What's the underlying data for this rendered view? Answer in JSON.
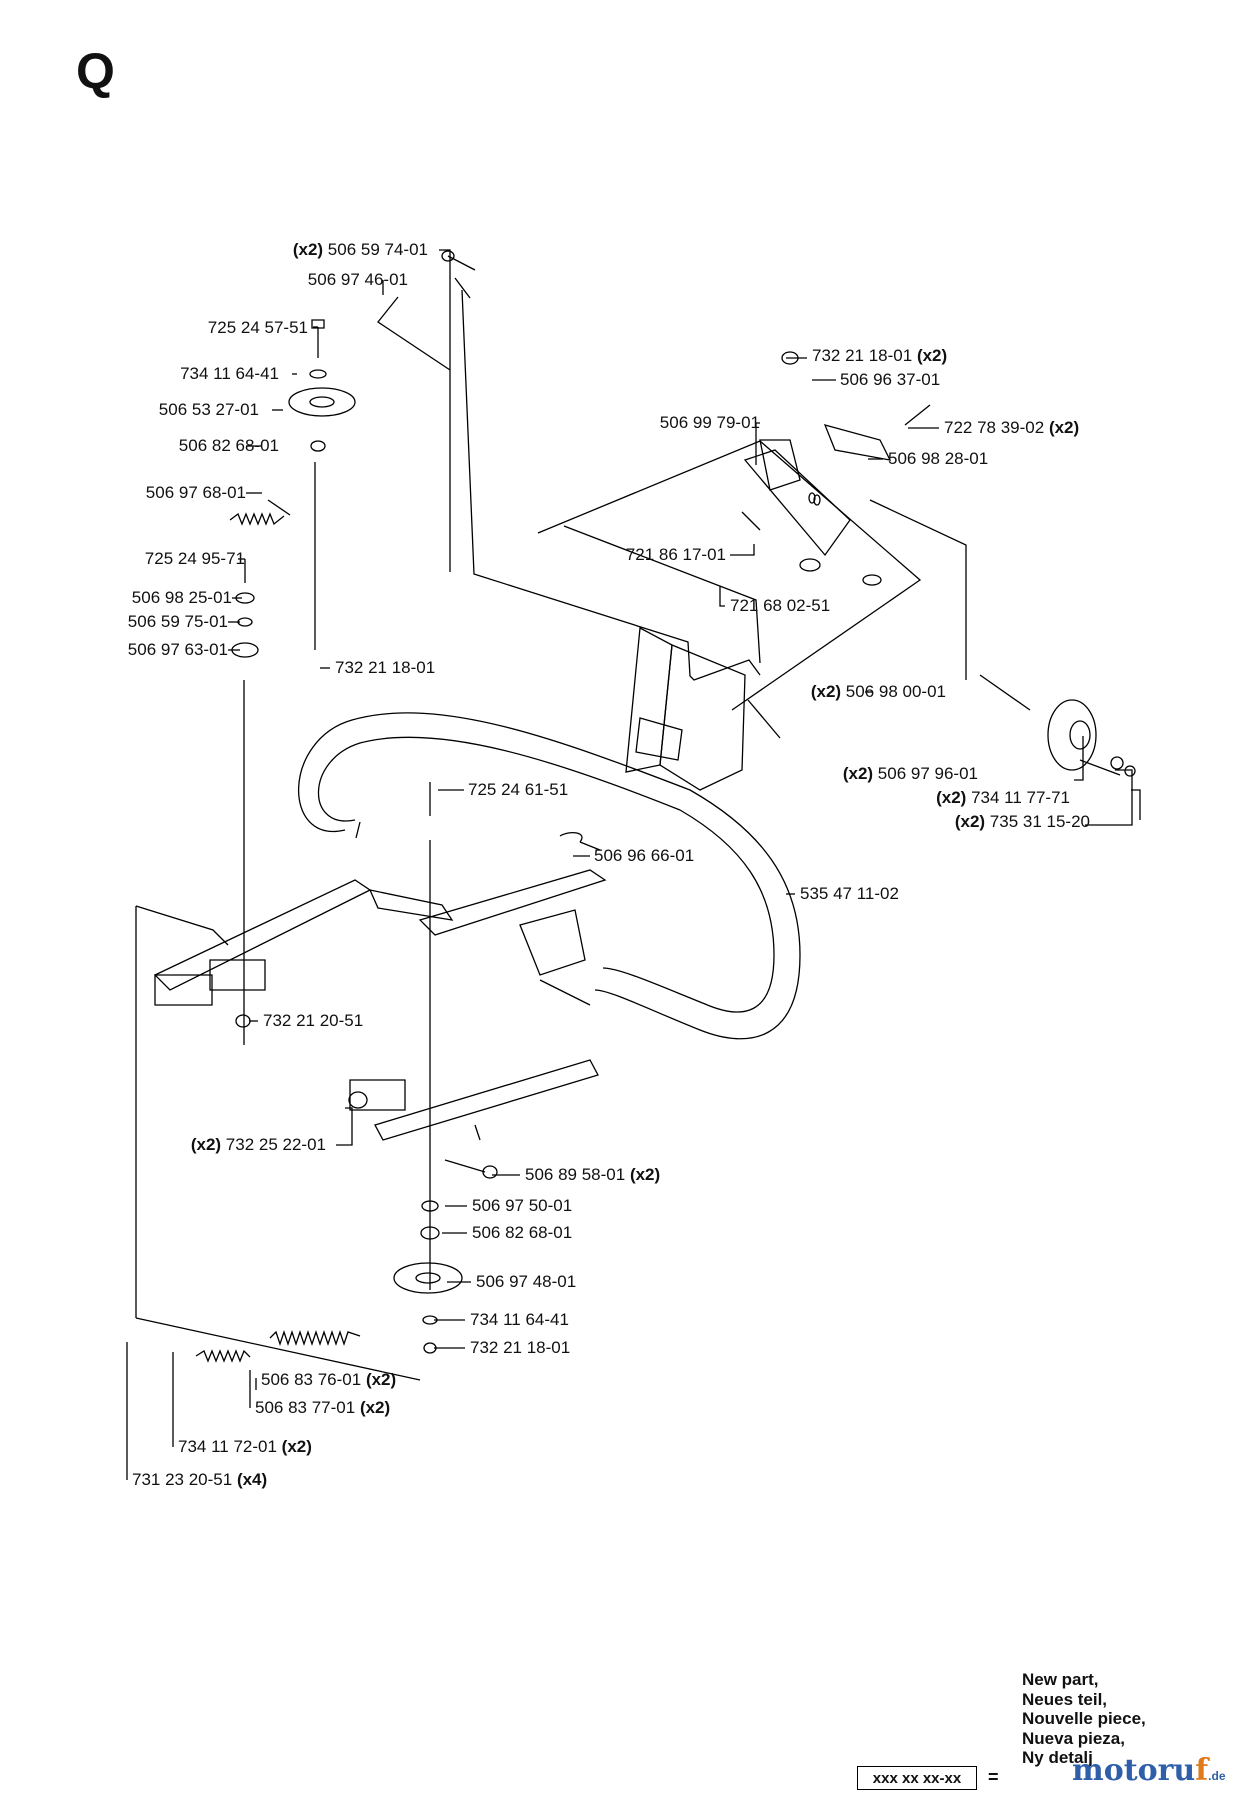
{
  "section": "Q",
  "labels": {
    "l01": {
      "qty": "(x2)",
      "part": "506 59 74-01"
    },
    "l02": {
      "part": "506 97 46-01"
    },
    "l03": {
      "part": "725 24 57-51"
    },
    "l04": {
      "part": "734 11 64-41"
    },
    "l05": {
      "part": "506 53 27-01"
    },
    "l06": {
      "part": "506 82 68-01"
    },
    "l07": {
      "part": "506 97 68-01"
    },
    "l08": {
      "part": "725 24 95-71"
    },
    "l09": {
      "part": "506 98 25-01"
    },
    "l10": {
      "part": "506 59 75-01"
    },
    "l11": {
      "part": "506 97 63-01"
    },
    "l12": {
      "part": "732 21 18-01"
    },
    "l13": {
      "part": "732 21 18-01",
      "qty": "(x2)"
    },
    "l14": {
      "part": "506 96 37-01"
    },
    "l15": {
      "part": "506 99 79-01"
    },
    "l16": {
      "part": "722 78 39-02",
      "qty": "(x2)"
    },
    "l17": {
      "part": "506 98 28-01"
    },
    "l18": {
      "part": "721 86 17-01"
    },
    "l19": {
      "part": "721 68 02-51"
    },
    "l20": {
      "qty": "(x2)",
      "part": "506 98 00-01"
    },
    "l21": {
      "qty": "(x2)",
      "part": "506 97 96-01"
    },
    "l22": {
      "qty": "(x2)",
      "part": "734 11 77-71"
    },
    "l23": {
      "qty": "(x2)",
      "part": "735 31 15-20"
    },
    "l24": {
      "part": "725 24 61-51"
    },
    "l25": {
      "part": "506 96 66-01"
    },
    "l26": {
      "part": "535 47 11-02"
    },
    "l27": {
      "part": "732 21 20-51"
    },
    "l28": {
      "qty": "(x2)",
      "part": "732 25 22-01"
    },
    "l29": {
      "part": "506 89 58-01",
      "qty": "(x2)"
    },
    "l30": {
      "part": "506 97 50-01"
    },
    "l31": {
      "part": "506 82 68-01"
    },
    "l32": {
      "part": "506 97 48-01"
    },
    "l33": {
      "part": "734 11 64-41"
    },
    "l34": {
      "part": "732 21 18-01"
    },
    "l35": {
      "part": "506 83 76-01",
      "qty": "(x2)"
    },
    "l36": {
      "part": "506 83 77-01",
      "qty": "(x2)"
    },
    "l37": {
      "part": "734 11 72-01",
      "qty": "(x2)"
    },
    "l38": {
      "part": "731 23 20-51",
      "qty": "(x4)"
    }
  },
  "legend": {
    "lines": [
      "New part,",
      "Neues teil,",
      "Nouvelle piece,",
      "Nueva pieza,",
      "Ny detalj"
    ],
    "box": "xxx xx xx-xx",
    "equals": "="
  },
  "brand": {
    "a": "motoru",
    "b": "f",
    "suffix": ".de"
  }
}
